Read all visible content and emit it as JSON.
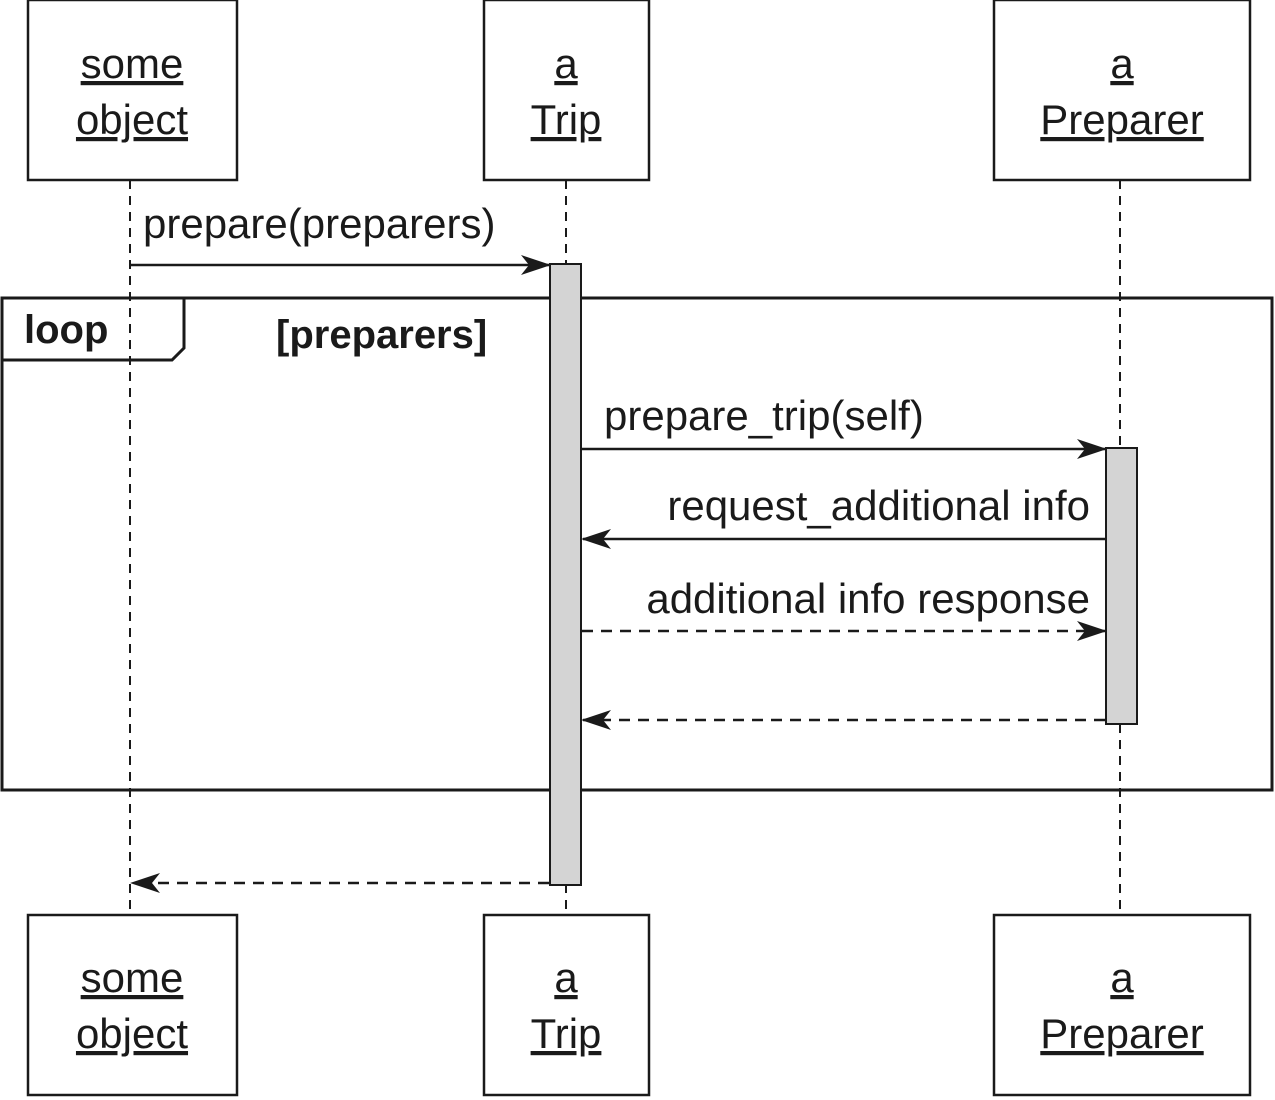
{
  "participants": [
    {
      "id": "some-object",
      "line1": "some",
      "line2": "object"
    },
    {
      "id": "a-trip",
      "line1": "a",
      "line2": "Trip"
    },
    {
      "id": "a-preparer",
      "line1": "a",
      "line2": "Preparer"
    }
  ],
  "messages": [
    {
      "id": "prepare",
      "label": "prepare(preparers)",
      "from": "some-object",
      "to": "a-trip",
      "style": "solid"
    },
    {
      "id": "prepare-trip",
      "label": "prepare_trip(self)",
      "from": "a-trip",
      "to": "a-preparer",
      "style": "solid"
    },
    {
      "id": "request-info",
      "label": "request_additional info",
      "from": "a-preparer",
      "to": "a-trip",
      "style": "solid"
    },
    {
      "id": "info-response",
      "label": "additional info response",
      "from": "a-trip",
      "to": "a-preparer",
      "style": "dashed"
    },
    {
      "id": "return-preparer",
      "label": "",
      "from": "a-preparer",
      "to": "a-trip",
      "style": "dashed"
    },
    {
      "id": "return-trip",
      "label": "",
      "from": "a-trip",
      "to": "some-object",
      "style": "dashed"
    }
  ],
  "loop_frame": {
    "operator": "loop",
    "guard": "[preparers]"
  },
  "colors": {
    "line": "#1a1a1a",
    "activation_fill": "#d4d4d4",
    "background": "#ffffff"
  }
}
